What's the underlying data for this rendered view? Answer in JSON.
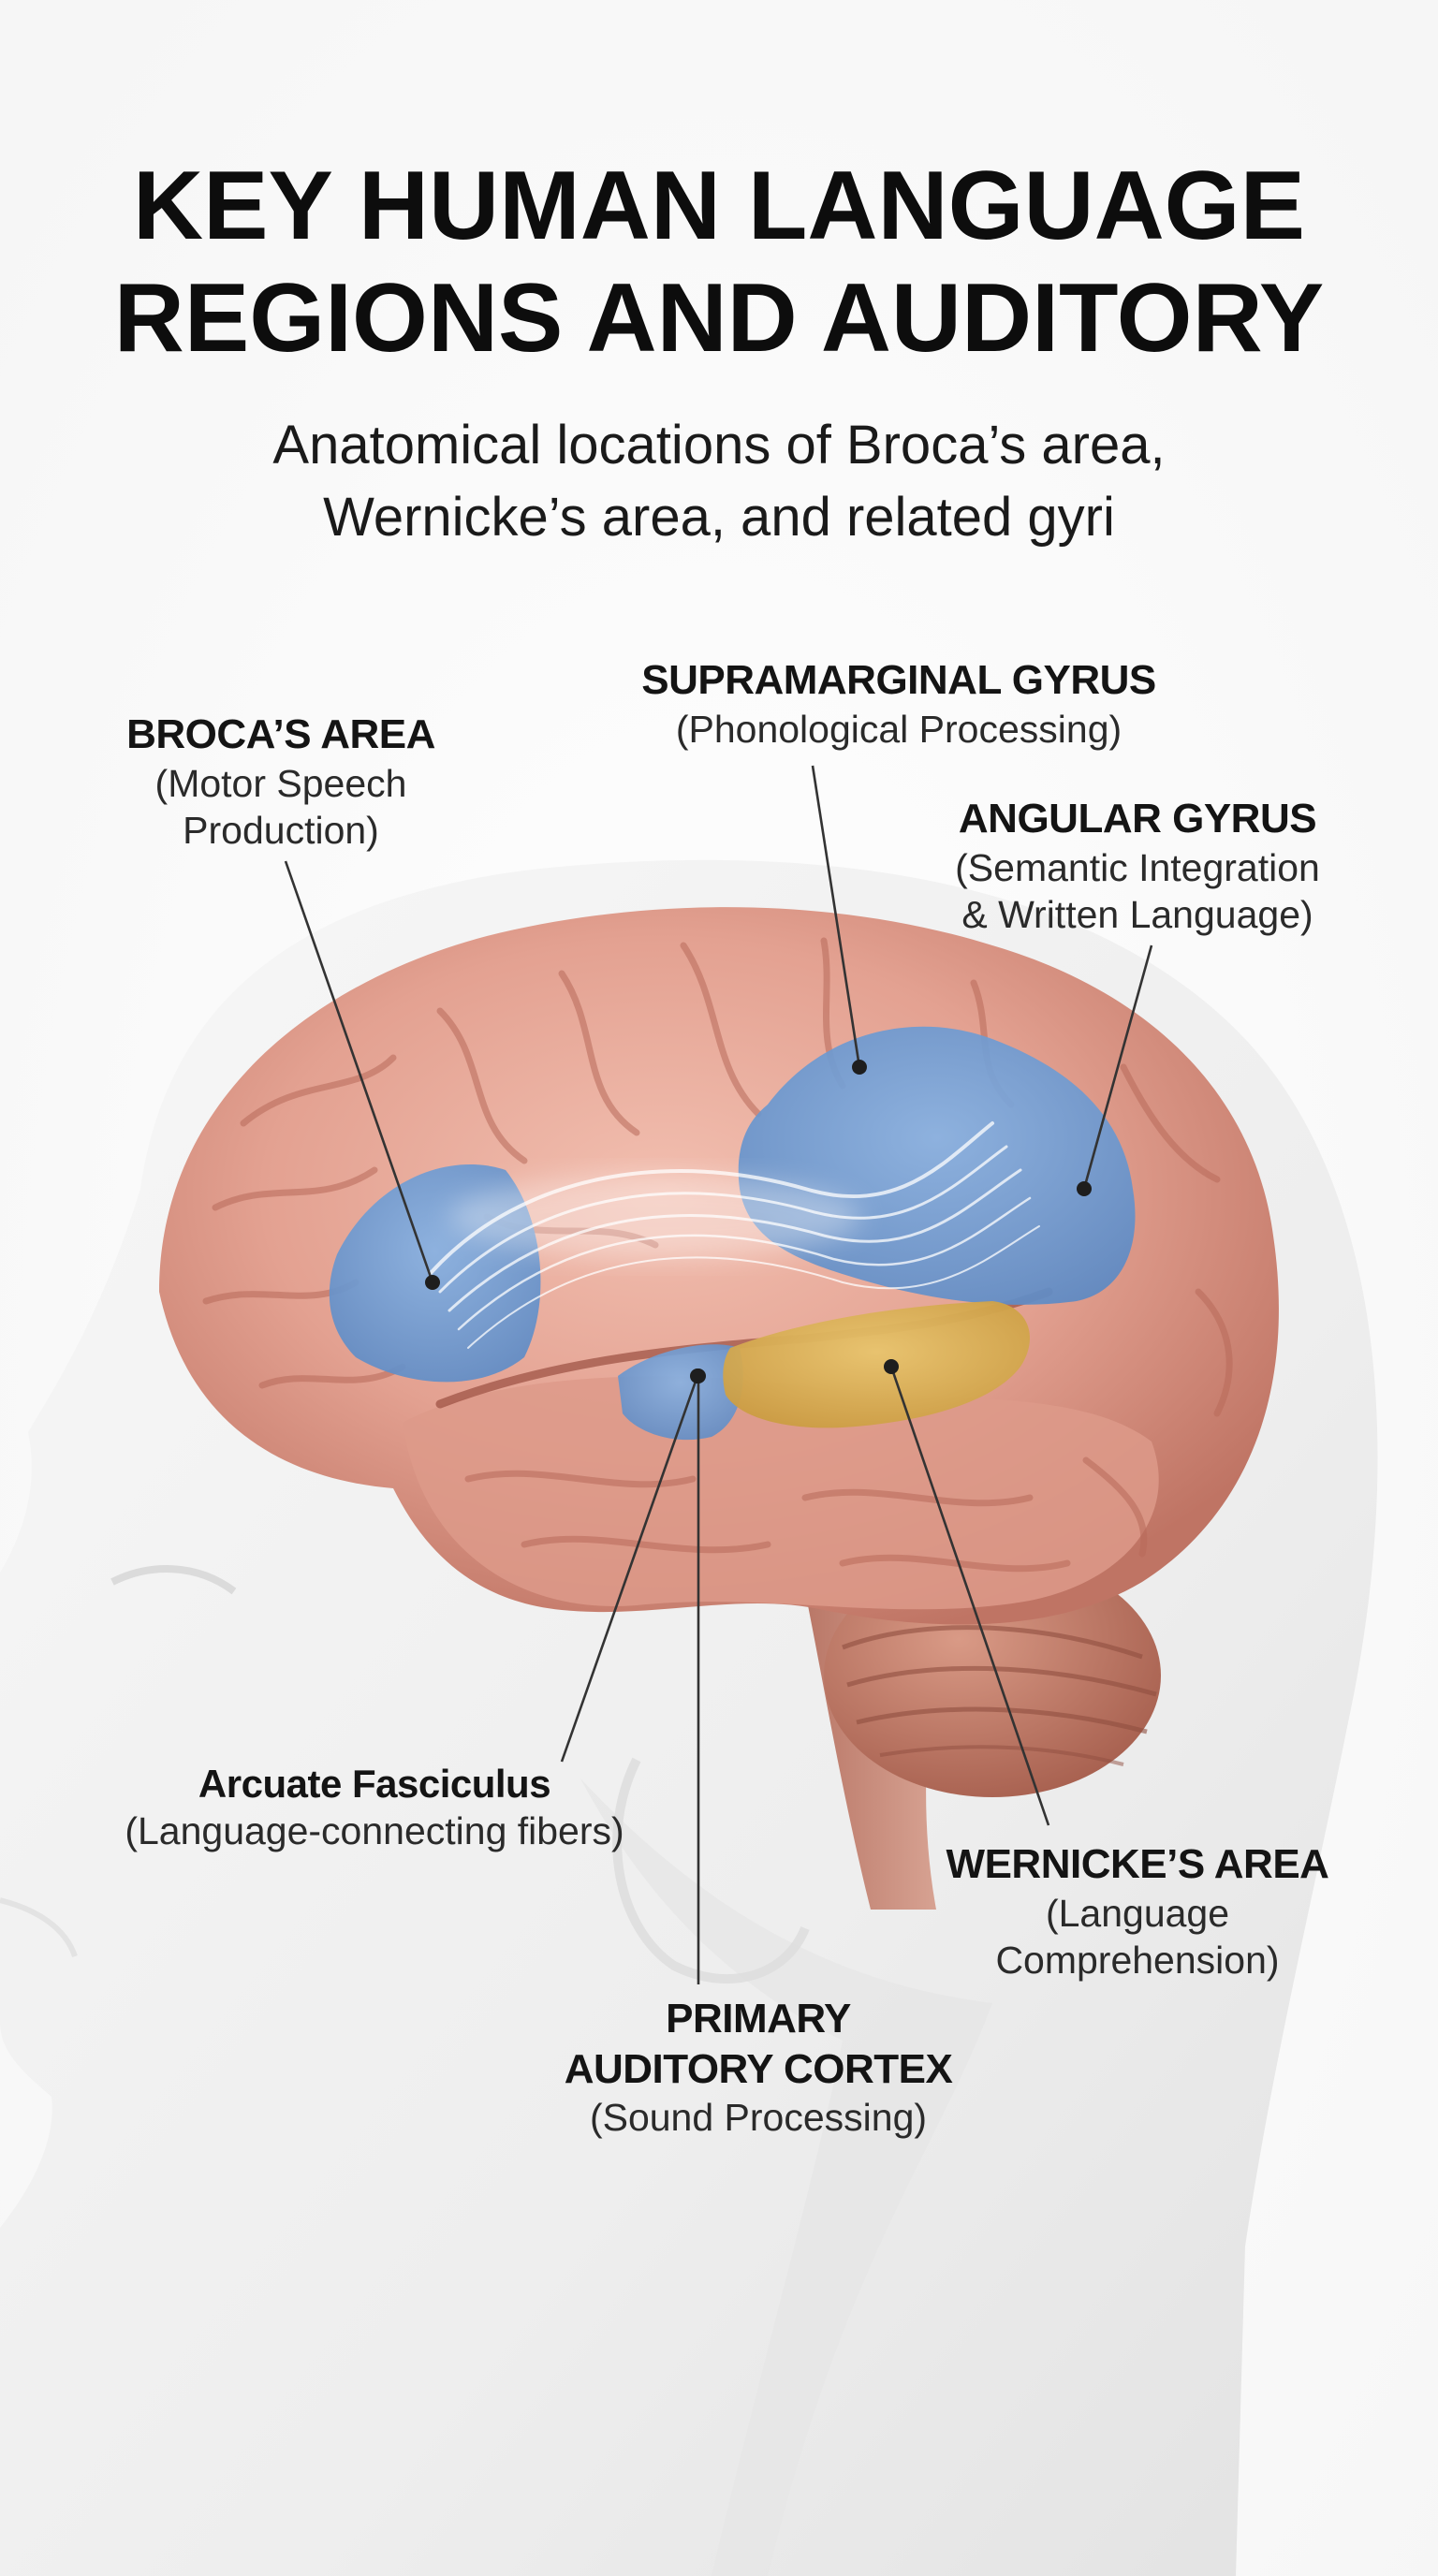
{
  "title": {
    "line1": "KEY HUMAN LANGUAGE",
    "line2": "REGIONS AND AUDITORY"
  },
  "subtitle": {
    "line1": "Anatomical locations of Broca’s area,",
    "line2": "Wernicke’s area, and related gyri"
  },
  "labels": {
    "broca": {
      "name": "BROCA’S AREA",
      "desc1": "(Motor Speech",
      "desc2": "Production)"
    },
    "supramarginal": {
      "name": "SUPRAMARGINAL GYRUS",
      "desc1": "(Phonological Processing)"
    },
    "angular": {
      "name": "ANGULAR GYRUS",
      "desc1": "(Semantic Integration",
      "desc2": "& Written Language)"
    },
    "arcuate": {
      "name": "Arcuate Fasciculus",
      "desc1": "(Language-connecting fibers)"
    },
    "wernicke": {
      "name": "WERNICKE’S AREA",
      "desc1": "(Language",
      "desc2": "Comprehension)"
    },
    "auditory": {
      "name1": "PRIMARY",
      "name2": "AUDITORY CORTEX",
      "desc1": "(Sound Processing)"
    }
  },
  "colors": {
    "cortex": "#e8a898",
    "cortex_shadow": "#c77f70",
    "language_region_blue": "#6f9ed6",
    "auditory_region_yellow": "#d9b45a",
    "head_silhouette": "#f1f1f1",
    "leader_line": "#333333"
  }
}
